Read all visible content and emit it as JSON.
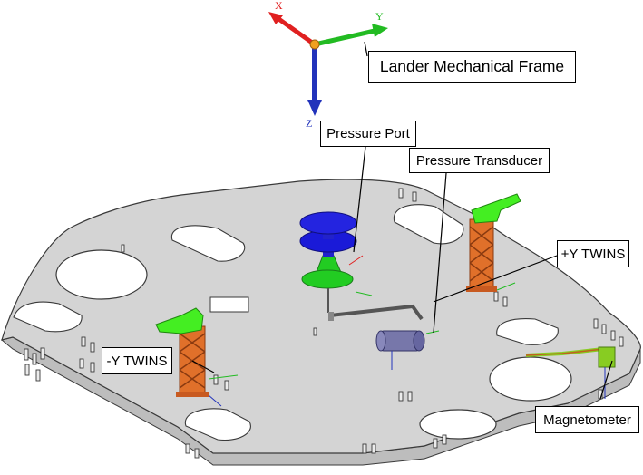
{
  "frame": {
    "label": "Lander Mechanical Frame",
    "axes": [
      {
        "name": "X",
        "color": "#e02020"
      },
      {
        "name": "Y",
        "color": "#22bb22"
      },
      {
        "name": "Z",
        "color": "#2233bb"
      }
    ]
  },
  "callouts": {
    "pressure_port": "Pressure Port",
    "pressure_transducer": "Pressure Transducer",
    "plus_y_twins": "+Y TWINS",
    "minus_y_twins": "-Y TWINS",
    "magnetometer": "Magnetometer"
  },
  "colors": {
    "deck": "#d4d4d4",
    "deck_edge": "#3a3a3a",
    "twins_mast": "#e0702a",
    "twins_head": "#44ee22",
    "port": "#1a1ad8",
    "port_cone": "#22cc22",
    "transducer": "#7777aa",
    "magnetometer": "#88cc22"
  }
}
